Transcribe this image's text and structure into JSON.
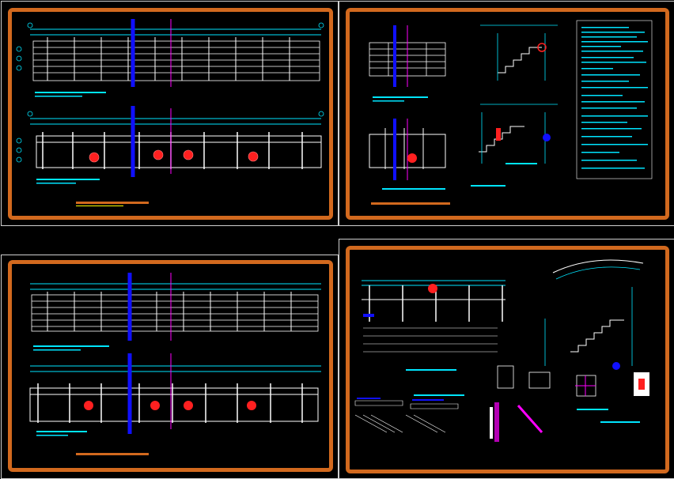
{
  "drawing": {
    "sheets": [
      {
        "id": "sheet-1",
        "caption": ""
      },
      {
        "id": "sheet-2",
        "caption": ""
      },
      {
        "id": "sheet-3",
        "caption": ""
      },
      {
        "id": "sheet-4",
        "caption": ""
      }
    ],
    "colors": {
      "frame": "#d2691e",
      "cad_cyan": "#00e5ff",
      "cad_white": "#ffffff",
      "cad_blue": "#1010ff",
      "cad_red": "#ff2020",
      "cad_magenta": "#ff00ff",
      "cad_green": "#00ff00",
      "cad_yellow": "#ffff00",
      "background": "#000000"
    },
    "icons": [
      "grid-bubble-icon",
      "section-marker-icon",
      "stair-section-icon"
    ]
  }
}
